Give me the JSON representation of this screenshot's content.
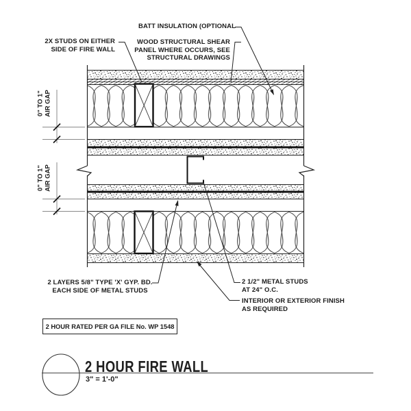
{
  "title_block": {
    "title": "2 HOUR FIRE WALL",
    "scale": "3\" = 1'-0\""
  },
  "rating_note": "2 HOUR RATED PER GA FILE No. WP 1548",
  "annotations": {
    "batt_insulation": "BATT INSULATION (OPTIONAL",
    "studs": [
      "2X STUDS ON EITHER",
      "SIDE OF FIRE WALL"
    ],
    "shear_panel": [
      "WOOD STRUCTURAL SHEAR",
      "PANEL WHERE OCCURS, SEE",
      "STRUCTURAL DRAWINGS"
    ],
    "air_gap": [
      "0\" TO 1\"",
      "AIR GAP"
    ],
    "gyp_board": [
      "2 LAYERS 5/8\" TYPE 'X' GYP. BD.",
      "EACH SIDE OF METAL STUDS"
    ],
    "metal_studs": [
      "2 1/2\" METAL STUDS",
      "AT 24\" O.C."
    ],
    "finish": [
      "INTERIOR OR EXTERIOR FINISH",
      "AS REQUIRED"
    ]
  },
  "colors": {
    "ink": "#222222",
    "dimension_lines": "#8a8a8a",
    "background": "#ffffff"
  }
}
